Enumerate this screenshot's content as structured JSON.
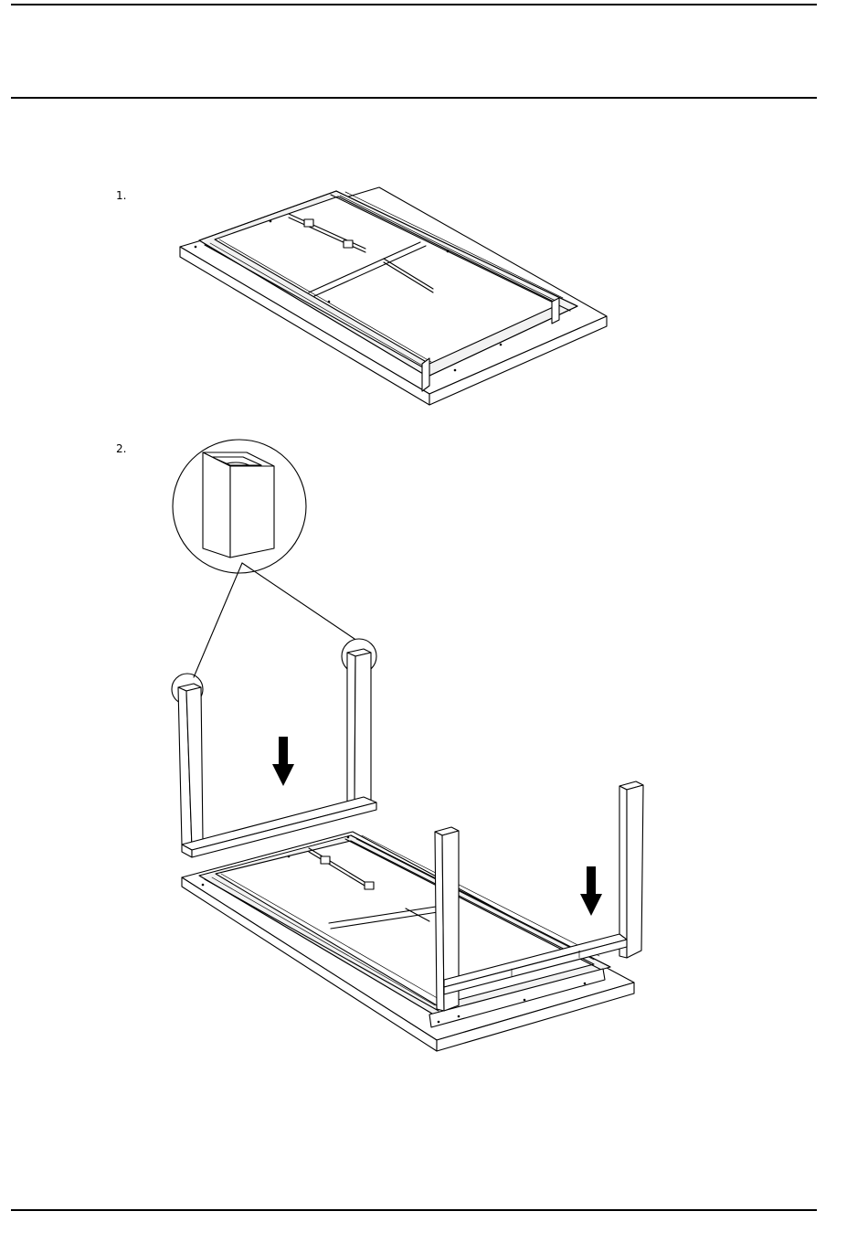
{
  "steps": [
    {
      "number": "1."
    },
    {
      "number": "2."
    }
  ],
  "icons": {
    "arrow": "down-arrow-icon",
    "detail": "magnifier-detail-circle"
  }
}
